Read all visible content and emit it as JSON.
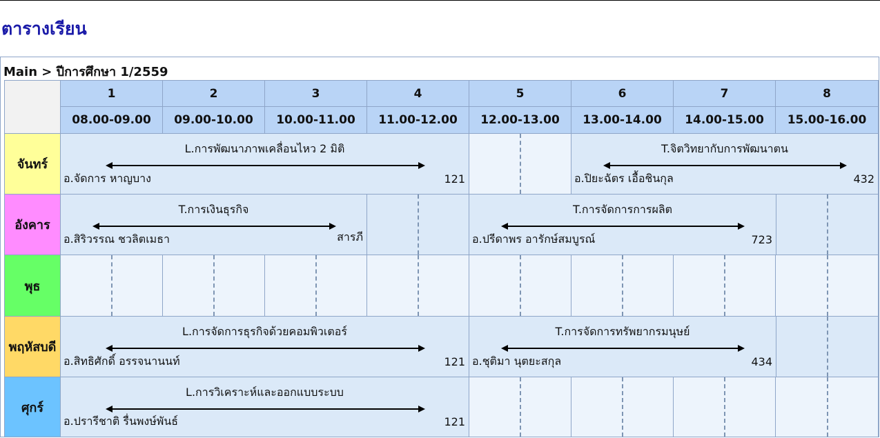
{
  "page": {
    "title": "ตารางเรียน"
  },
  "breadcrumb": "Main > ปีการศึกษา 1/2559",
  "periods": [
    {
      "number": "1",
      "time": "08.00-09.00"
    },
    {
      "number": "2",
      "time": "09.00-10.00"
    },
    {
      "number": "3",
      "time": "10.00-11.00"
    },
    {
      "number": "4",
      "time": "11.00-12.00"
    },
    {
      "number": "5",
      "time": "12.00-13.00"
    },
    {
      "number": "6",
      "time": "13.00-14.00"
    },
    {
      "number": "7",
      "time": "14.00-15.00"
    },
    {
      "number": "8",
      "time": "15.00-16.00"
    }
  ],
  "days": [
    {
      "name": "จันทร์",
      "color": "#ffff99"
    },
    {
      "name": "อังคาร",
      "color": "#ff8cff"
    },
    {
      "name": "พุธ",
      "color": "#66ff66"
    },
    {
      "name": "พฤหัสบดี",
      "color": "#ffd966"
    },
    {
      "name": "ศุกร์",
      "color": "#6cc3ff"
    }
  ],
  "courses": [
    {
      "title": "L.การพัฒนาภาพเคลื่อนไหว 2 มิติ",
      "instructor": "อ.จัดการ หาญบาง",
      "room": "121"
    },
    {
      "title": "T.จิตวิทยากับการพัฒนาตน",
      "instructor": "อ.ปิยะฉัตร เอื้อชินกุล",
      "room": "432"
    },
    {
      "title": "T.การเงินธุรกิจ",
      "instructor": "อ.สิริวรรณ ชวลิตเมธา",
      "room": "สารภี"
    },
    {
      "title": "T.การจัดการการผลิต",
      "instructor": "อ.ปรีดาพร อารักษ์สมบูรณ์",
      "room": "723"
    },
    {
      "title": "L.การจัดการธุรกิจด้วยคอมพิวเตอร์",
      "instructor": "อ.สิทธิศักดิ์ อรรจนานนท์",
      "room": "121"
    },
    {
      "title": "T.การจัดการทรัพยากรมนุษย์",
      "instructor": "อ.ชุติมา นุตยะสกุล",
      "room": "434"
    },
    {
      "title": "L.การวิเคราะห์และออกแบบระบบ",
      "instructor": "อ.ปรารีชาติ รื่นพงษ์พันธ์",
      "room": "121"
    }
  ]
}
